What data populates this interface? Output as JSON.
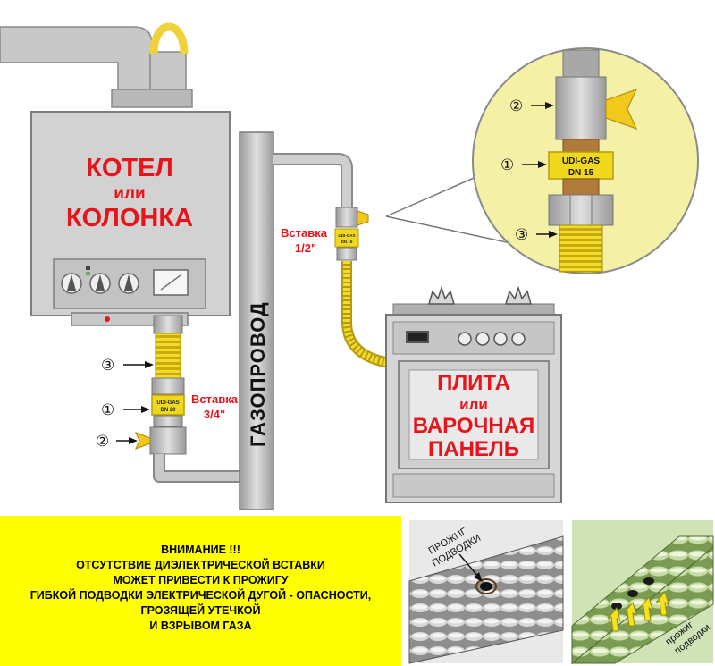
{
  "boiler": {
    "line1": "КОТЕЛ",
    "line2": "или",
    "line3": "КОЛОНКА"
  },
  "stove": {
    "line1": "ПЛИТА",
    "line2": "или",
    "line3": "ВАРОЧНАЯ",
    "line4": "ПАНЕЛЬ"
  },
  "gas_pipe": {
    "label": "ГАЗОПРОВОД"
  },
  "insert_left": {
    "line1": "Вставка",
    "line2": "3/4\""
  },
  "insert_right": {
    "line1": "Вставка",
    "line2": "1/2\""
  },
  "markers": {
    "m1": "①",
    "m2": "②",
    "m3": "③"
  },
  "fitting_small": {
    "line1": "UDI-GAS",
    "line2": "DN 20"
  },
  "fitting_small_right": {
    "line1": "UDI-GAS",
    "line2": "DN 15"
  },
  "zoom_fitting": {
    "line1": "UDI-GAS",
    "line2": "DN 15"
  },
  "warning": {
    "lines": [
      "ВНИМАНИЕ !!!",
      "ОТСУТСТВИЕ ДИЭЛЕКТРИЧЕСКОЙ ВСТАВКИ",
      "МОЖЕТ ПРИВЕСТИ К ПРОЖИГУ",
      "ГИБКОЙ ПОДВОДКИ ЭЛЕКТРИЧЕСКОЙ ДУГОЙ - ОПАСНОСТИ,",
      "ГРОЗЯЩЕЙ УТЕЧКОЙ",
      "И ВЗРЫВОМ ГАЗА"
    ]
  },
  "photo1": {
    "line1": "ПРОЖИГ",
    "line2": "ПОДВОДКИ"
  },
  "photo2": {
    "line1": "прожиг",
    "line2": "подводки"
  },
  "colors": {
    "label_red": "#e8141b",
    "warning_yellow": "#ffff00",
    "flex_yellow": "#f2dc2a",
    "zoom_bg": "#f4f0a6",
    "metal_gray": "#b9b9b9"
  }
}
